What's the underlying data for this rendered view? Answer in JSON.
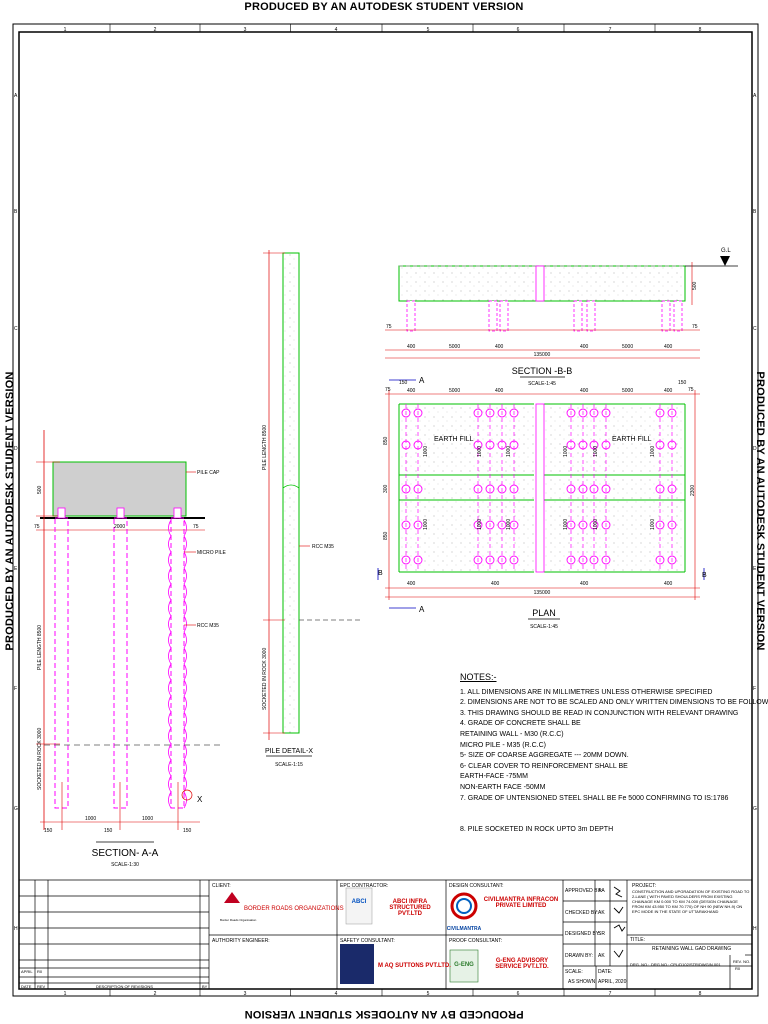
{
  "watermark": "PRODUCED BY AN AUTODESK STUDENT VERSION",
  "colors": {
    "green": "#00c000",
    "red": "#e00000",
    "magenta": "#ff00ff",
    "grey": "#cfcfcf",
    "hatch": "#9a9a9a",
    "blue": "#0000c0"
  },
  "border": {
    "cols": [
      "1",
      "2",
      "3",
      "4",
      "5",
      "6",
      "7",
      "8"
    ],
    "rows": [
      "A",
      "B",
      "C",
      "D",
      "E",
      "F",
      "G",
      "H"
    ]
  },
  "section_aa": {
    "title": "SECTION- A-A",
    "scale": "SCALE-1:30",
    "dims": {
      "cap_depth": "500",
      "edge_left": "75",
      "edge_right": "75",
      "mid": "2000",
      "pile_length": "PILE LENGTH 8500",
      "socketed": "SOCKETED IN ROCK 3000",
      "b1": "150",
      "b2": "1000",
      "b3": "150",
      "b4": "1000",
      "b5": "150"
    },
    "labels": {
      "pile_cap": "PILE CAP",
      "micro_pile": "MICRO PILE",
      "rcc": "RCC M35",
      "x": "X"
    }
  },
  "pile_detail": {
    "title": "PILE DETAIL-X",
    "scale": "SCALE-1:15",
    "labels": {
      "rcc": "RCC M35",
      "pile_length": "PILE LENGTH 8500",
      "socketed": "SOCKETED IN ROCK 3000"
    }
  },
  "section_bb": {
    "title": "SECTION -B-B",
    "scale": "SCALE-1:45",
    "dims": {
      "height": "500",
      "edge_left": "75",
      "edge_right": "75",
      "d400a": "400",
      "d5000a": "5000",
      "d400b": "400",
      "d400c": "400",
      "d5000b": "5000",
      "d400d": "400",
      "total": "135000",
      "gl": "G.L"
    }
  },
  "plan": {
    "title": "PLAN",
    "scale": "SCALE-1:45",
    "labels": {
      "earth_fill_l": "EARTH FILL",
      "earth_fill_r": "EARTH FILL",
      "a_top": "A",
      "a_bot": "A",
      "b_left": "B",
      "b_right": "B"
    },
    "dims": {
      "t75": "75",
      "t150a": "150",
      "t400a": "400",
      "t5000a": "5000",
      "t400b": "400",
      "t400c": "400",
      "t5000b": "5000",
      "t400d": "400",
      "t150b": "150",
      "t75b": "75",
      "v850a": "850",
      "v300": "300",
      "v850b": "850",
      "v2300": "2300",
      "v1000": "1000",
      "b400a": "400",
      "b400b": "400",
      "b400c": "400",
      "b400d": "400",
      "total": "135000"
    }
  },
  "notes": {
    "title": "NOTES:-",
    "lines": [
      "1.   ALL DIMENSIONS ARE IN MILLIMETRES UNLESS OTHERWISE SPECIFIED",
      "2.   DIMENSIONS ARE NOT TO BE SCALED AND ONLY WRITTEN DIMENSIONS TO BE FOLLOWED",
      "3.   THIS DRAWING SHOULD BE READ IN CONJUNCTION WITH RELEVANT DRAWING",
      "4.   GRADE OF CONCRETE SHALL BE",
      "       RETAINING WALL - M30 (R.C.C)",
      "       MICRO PILE - M35 (R.C.C)",
      "5-   SIZE OF COARSE AGGREGATE --- 20MM DOWN.",
      "6-   CLEAR COVER TO REINFORCEMENT SHALL BE",
      "",
      "       EARTH-FACE         -75MM",
      "       NON-EARTH FACE    -50MM",
      "7.   GRADE OF UNTENSIONED STEEL SHALL BE Fe 5000 CONFIRMING TO IS:1786",
      "",
      "",
      "8.  PILE SOCKETED IN ROCK UPTO 3m DEPTH"
    ]
  },
  "title_block": {
    "client_label": "CLIENT:",
    "client": "BORDER ROADS ORGANIZATIONS",
    "client_logo": "Border Roads Organisation",
    "epc_label": "EPC CONTRACTOR:",
    "epc": "ABCI INFRA STRUCTURED PVT.LTD",
    "epc_logo": "ABCI",
    "design_label": "DESIGN CONSULTANT:",
    "design": "CIVILMANTRA INFRACON PRIVATE LIMITED",
    "design_logo": "CIVILMANTRA",
    "authority_label": "AUTHORITY ENGINEER:",
    "safety_label": "SAFETY CONSULTANT:",
    "safety": "M AQ SUTTONS PVT.LTD.",
    "proof_label": "PROOF CONSULTANT:",
    "proof": "G-ENG ADVISORY SERVICE PVT.LTD.",
    "proof_logo": "G-ENG",
    "approved_by": "APPROVED BY:",
    "approved_init": "AA",
    "checked_by": "CHECKED BY:",
    "checked_init": "AK",
    "designed_by": "DESIGNED BY:",
    "designed_init": "SR",
    "drawn_by": "DRAWN BY:",
    "drawn_init": "AK",
    "scale_label": "SCALE:",
    "scale_val": "AS SHOWN",
    "date_label": "DATE:",
    "date_val": "APRIL, 2020",
    "project_label": "PROJECT:",
    "project": "CONSTRUCTION AND UPGRADATION OF EXISTING ROAD TO 2-LANE ( WITH PAVED SHOULDERS FROM EXISTING CHAINAGE KM 0.000 TO KM 74.000 (DESIGN CHAINAGE FROM KM 43.950 TO KM 70.770) OF NH 90 (NEW NH-9) ON EPC MODE IN THE STATE OF UTTARAKHAND",
    "title_label": "TITLE:",
    "title": "RETAINING WALL GAD DRAWING",
    "drg_label": "DRG. NO.:",
    "drg": "DRG NO.: CPL/D102/STR/DWG/N.001",
    "rev_label": "REV. NO.",
    "rev": "R0",
    "rev_row_date": "APRIL",
    "rev_row_rev": "R0",
    "hdr_date": "DATE",
    "hdr_rev": "REV",
    "hdr_desc": "DESCRIPTION OF REVISIONS",
    "hdr_by": "BY"
  }
}
